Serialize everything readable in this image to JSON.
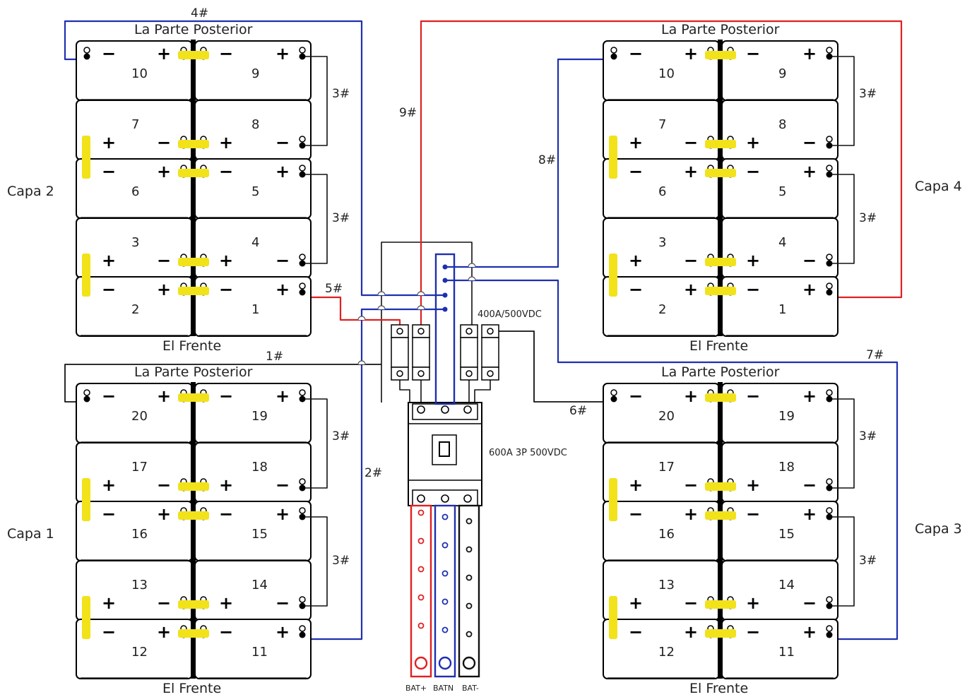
{
  "colors": {
    "red": "#e02020",
    "blue": "#1f2fb0",
    "black": "#111111",
    "yellow": "#f2e21a"
  },
  "layers": [
    {
      "name": "Capa 2",
      "top": "La Parte Posterior",
      "bottom": "El Frente",
      "rows": [
        [
          "10",
          "9"
        ],
        [
          "7",
          "8"
        ],
        [
          "6",
          "5"
        ],
        [
          "3",
          "4"
        ],
        [
          "2",
          "1"
        ]
      ]
    },
    {
      "name": "Capa 1",
      "top": "La Parte Posterior",
      "bottom": "El Frente",
      "rows": [
        [
          "20",
          "19"
        ],
        [
          "17",
          "18"
        ],
        [
          "16",
          "15"
        ],
        [
          "13",
          "14"
        ],
        [
          "12",
          "11"
        ]
      ]
    },
    {
      "name": "Capa 4",
      "top": "La Parte Posterior",
      "bottom": "El Frente",
      "rows": [
        [
          "10",
          "9"
        ],
        [
          "7",
          "8"
        ],
        [
          "6",
          "5"
        ],
        [
          "3",
          "4"
        ],
        [
          "2",
          "1"
        ]
      ]
    },
    {
      "name": "Capa 3",
      "top": "La Parte Posterior",
      "bottom": "El Frente",
      "rows": [
        [
          "20",
          "19"
        ],
        [
          "17",
          "18"
        ],
        [
          "16",
          "15"
        ],
        [
          "13",
          "14"
        ],
        [
          "12",
          "11"
        ]
      ]
    }
  ],
  "wires": {
    "w1": "1#",
    "w2": "2#",
    "w3": "3#",
    "w4": "4#",
    "w5": "5#",
    "w6": "6#",
    "w7": "7#",
    "w8": "8#",
    "w9": "9#"
  },
  "fuse_rating": "400A/500VDC",
  "breaker_rating": "600A 3P 500VDC",
  "busbars": [
    "BAT+",
    "BATN",
    "BAT-"
  ],
  "plus": "+",
  "minus": "−"
}
